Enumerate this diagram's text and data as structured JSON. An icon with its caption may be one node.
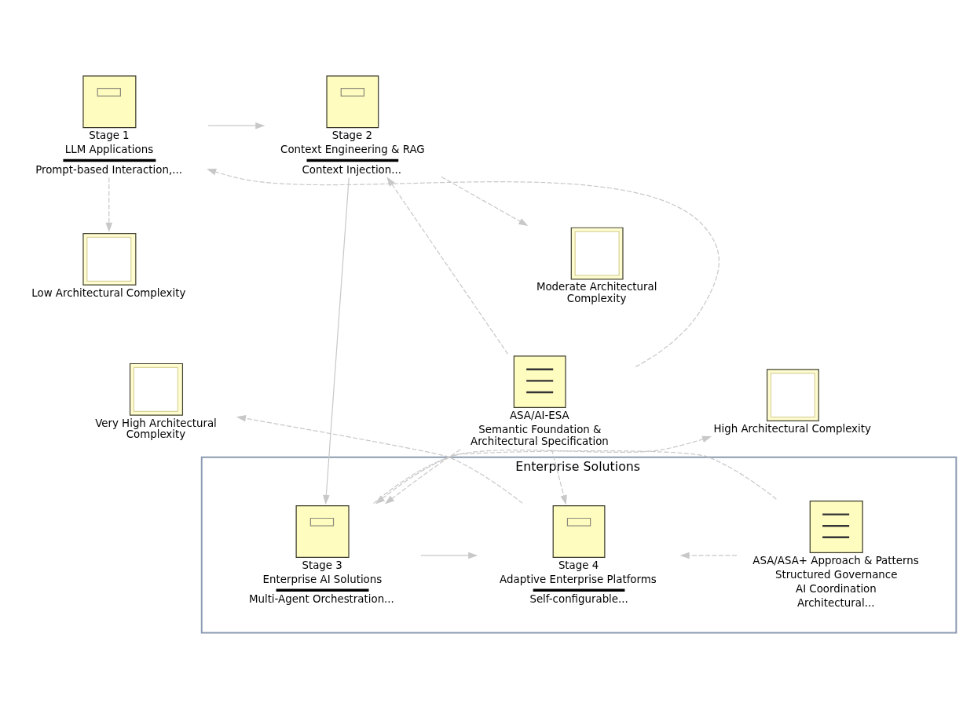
{
  "diagram": {
    "nodes": [
      {
        "text": [
          "Stage 1",
          "LLM Applications",
          "Prompt-based Interaction,..."
        ]
      },
      {
        "text": [
          "Stage 2",
          "Context Engineering & RAG",
          "Context Injection..."
        ]
      },
      {
        "text": [
          "Low Architectural Complexity"
        ]
      },
      {
        "text": [
          "Moderate Architectural Complexity"
        ]
      },
      {
        "text": [
          "ASA/AI-ESA",
          "Semantic Foundation & Architectural Specification"
        ]
      },
      {
        "text": [
          "Very High Architectural Complexity"
        ]
      },
      {
        "text": [
          "High Architectural Complexity"
        ]
      },
      {
        "text": [
          "Enterprise Solutions"
        ]
      },
      {
        "text": [
          "Stage 4",
          "Adaptive Enterprise Platforms",
          "Self-configurable..."
        ],
        "in": 7
      },
      {
        "text": [
          "Stage 3",
          "Enterprise AI Solutions",
          "Multi-Agent Orchestration..."
        ],
        "in": 7
      },
      {
        "text": [
          "ASA/ASA+ Approach & Patterns",
          "Structured Governance",
          "AI Coordination",
          "Architectural..."
        ],
        "in": 7
      }
    ],
    "edges": [
      {
        "from": 0,
        "to": 1,
        "arrow": "to"
      },
      {
        "from": 0,
        "to": 2,
        "arrow": "to",
        "style": "dashed"
      },
      {
        "from": 1,
        "to": 3,
        "arrow": "to",
        "style": "dashed"
      },
      {
        "from": 4,
        "to": 0,
        "arrow": "to",
        "style": "dashed"
      },
      {
        "from": 4,
        "to": 1,
        "arrow": "to",
        "style": "dashed"
      },
      {
        "from": 1,
        "to": 9,
        "arrow": "to"
      },
      {
        "from": 4,
        "to": 8,
        "arrow": "to",
        "style": "dashed"
      },
      {
        "from": 4,
        "to": 9,
        "arrow": "to",
        "style": "dashed"
      },
      {
        "from": 9,
        "to": 6,
        "arrow": "to",
        "style": "dashed"
      },
      {
        "from": 8,
        "to": 5,
        "arrow": "to",
        "style": "dashed"
      },
      {
        "from": 9,
        "to": 8,
        "arrow": "to"
      },
      {
        "from": 10,
        "to": 8,
        "arrow": "to",
        "style": "dashed"
      },
      {
        "from": 10,
        "to": 9,
        "arrow": "to",
        "style": "dashed"
      }
    ]
  }
}
